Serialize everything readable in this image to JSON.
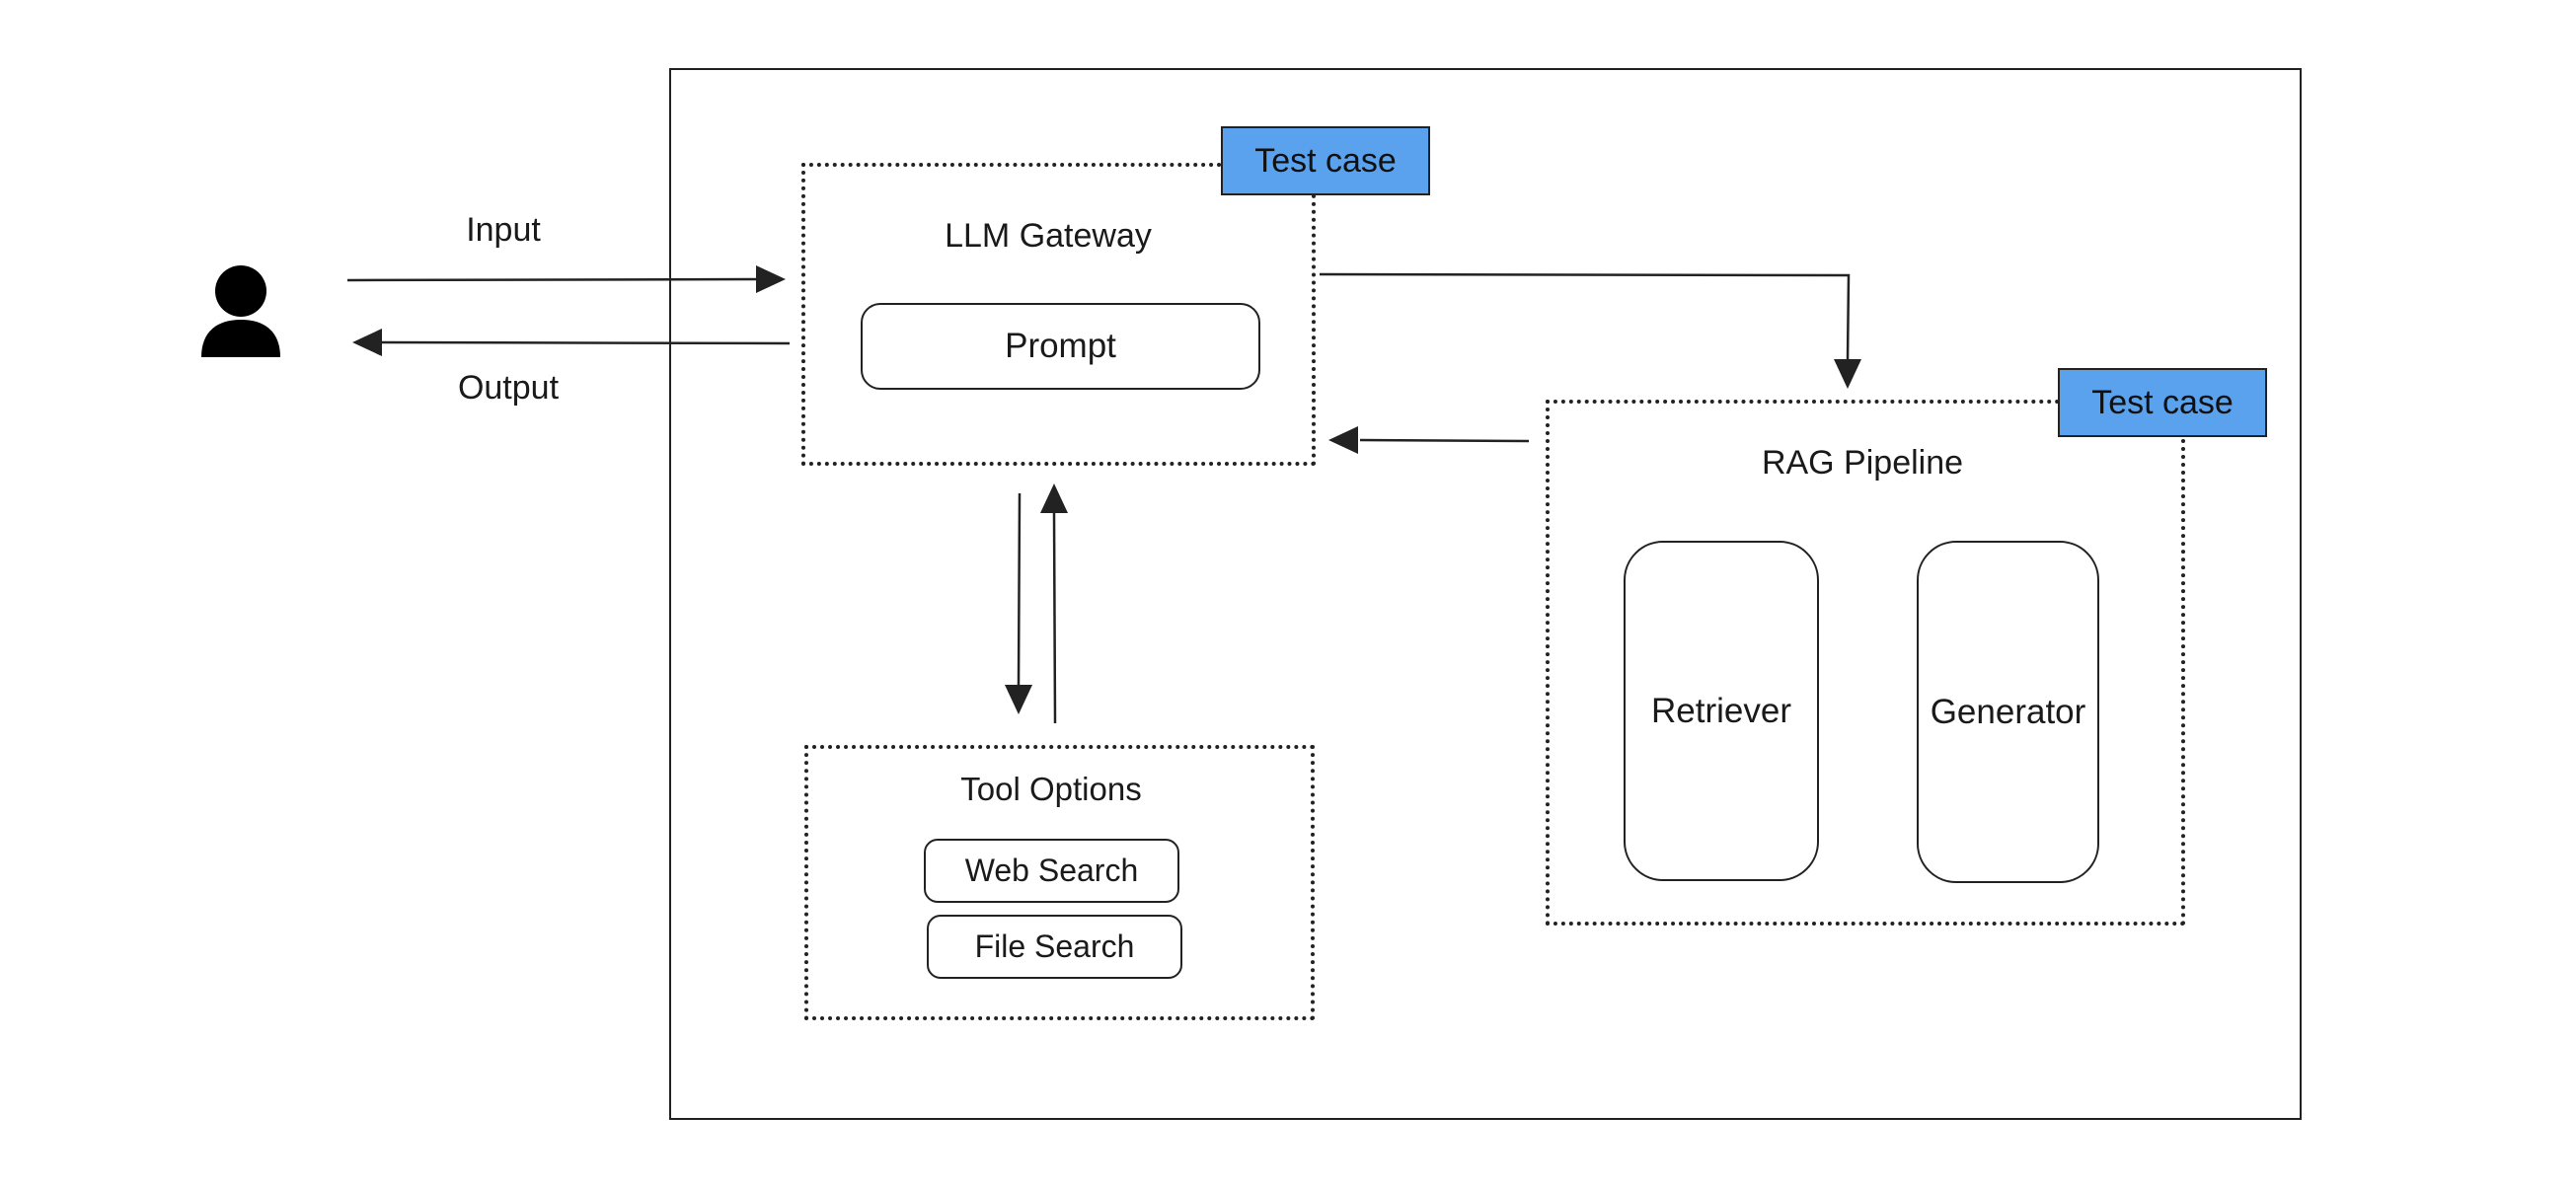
{
  "user": {
    "icon": "user-icon",
    "input_label": "Input",
    "output_label": "Output"
  },
  "gateway": {
    "title": "LLM Gateway",
    "prompt_label": "Prompt",
    "test_case_label": "Test case"
  },
  "tools": {
    "title": "Tool Options",
    "items": [
      "Web Search",
      "File Search"
    ]
  },
  "rag": {
    "title": "RAG Pipeline",
    "retriever_label": "Retriever",
    "generator_label": "Generator",
    "test_case_label": "Test case"
  },
  "colors": {
    "test_case_fill": "#5aa2ee",
    "stroke": "#222222"
  }
}
